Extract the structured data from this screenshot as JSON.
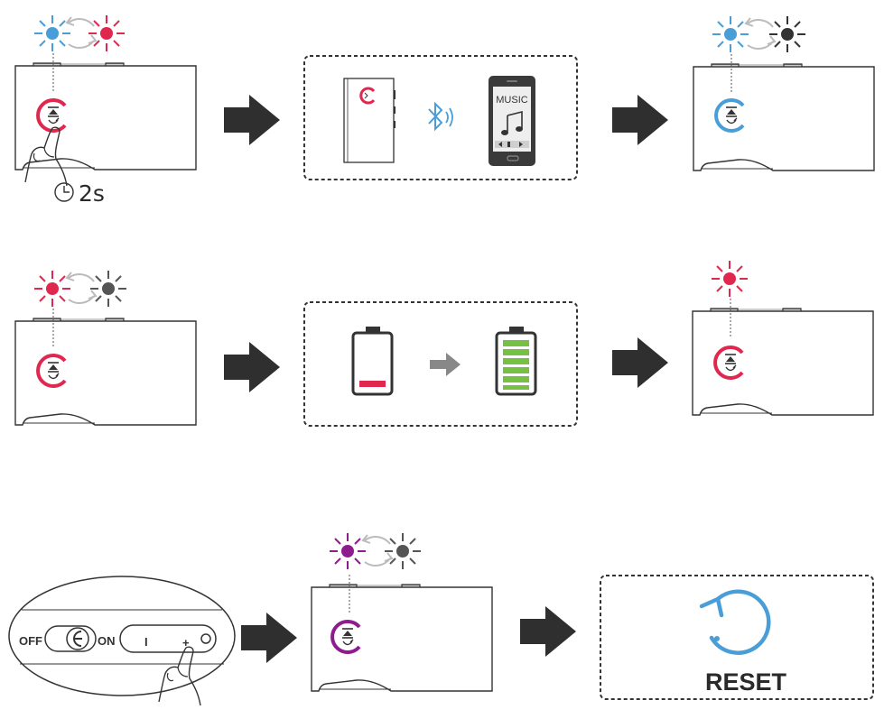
{
  "colors": {
    "blue": "#4A9ED8",
    "red": "#E0284F",
    "purple": "#8E1C8E",
    "dark": "#333333",
    "green": "#76C043",
    "gray_arrow": "#888888",
    "arrow_fill": "#2f2f2f"
  },
  "rows": [
    {
      "name": "pairing",
      "step1": {
        "leds": [
          "blue",
          "red"
        ],
        "hold_label": "2s",
        "hold_icon": "clock-icon"
      },
      "step2": {
        "device_icon": "speaker-icon",
        "link_icon": "bluetooth-icon",
        "phone_label": "MUSIC",
        "phone_icon": "music-note-icon"
      },
      "step3": {
        "leds": [
          "blue",
          "dark"
        ],
        "power_color": "blue"
      }
    },
    {
      "name": "charging",
      "step1": {
        "leds": [
          "red",
          "dark"
        ],
        "power_color": "red"
      },
      "step2": {
        "from_icon": "battery-low-icon",
        "to_icon": "battery-full-icon"
      },
      "step3": {
        "leds": [
          "red"
        ],
        "power_color": "red"
      }
    },
    {
      "name": "reset",
      "step1": {
        "switch_off_label": "OFF",
        "switch_on_label": "ON",
        "minus_label": "I",
        "plus_label": "+"
      },
      "step2": {
        "leds": [
          "purple",
          "dark"
        ],
        "power_color": "purple"
      },
      "step3": {
        "label": "RESET",
        "icon": "reset-icon"
      }
    }
  ]
}
